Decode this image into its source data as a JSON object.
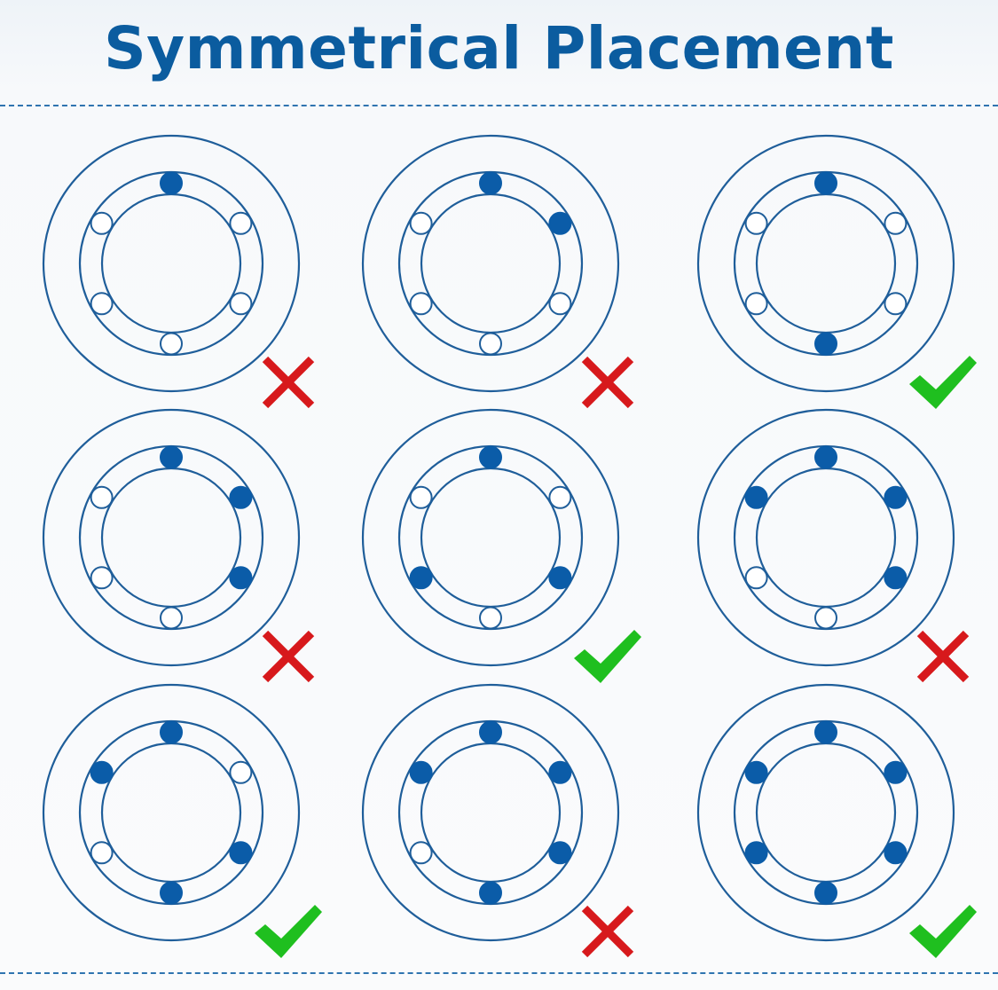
{
  "title": "Symmetrical Placement",
  "colors": {
    "ring": "#1f5e9a",
    "filled_dot": "#0b5ca8",
    "empty_dot_fill": "#ffffff",
    "cross": "#d7191c",
    "check": "#1fbf1f",
    "title": "#0b5c9f",
    "divider": "#2f74b0"
  },
  "slot_angles_deg": [
    0,
    60,
    120,
    180,
    240,
    300
  ],
  "configurations": [
    {
      "filled": [
        true,
        false,
        false,
        false,
        false,
        false
      ],
      "verdict": "cross"
    },
    {
      "filled": [
        true,
        true,
        false,
        false,
        false,
        false
      ],
      "verdict": "cross"
    },
    {
      "filled": [
        true,
        false,
        false,
        true,
        false,
        false
      ],
      "verdict": "check"
    },
    {
      "filled": [
        true,
        true,
        true,
        false,
        false,
        false
      ],
      "verdict": "cross"
    },
    {
      "filled": [
        true,
        false,
        true,
        false,
        true,
        false
      ],
      "verdict": "check"
    },
    {
      "filled": [
        true,
        true,
        true,
        false,
        false,
        true
      ],
      "verdict": "cross"
    },
    {
      "filled": [
        true,
        false,
        true,
        true,
        false,
        true
      ],
      "verdict": "check"
    },
    {
      "filled": [
        true,
        true,
        true,
        true,
        false,
        true
      ],
      "verdict": "cross"
    },
    {
      "filled": [
        true,
        true,
        true,
        true,
        true,
        true
      ],
      "verdict": "check"
    }
  ]
}
